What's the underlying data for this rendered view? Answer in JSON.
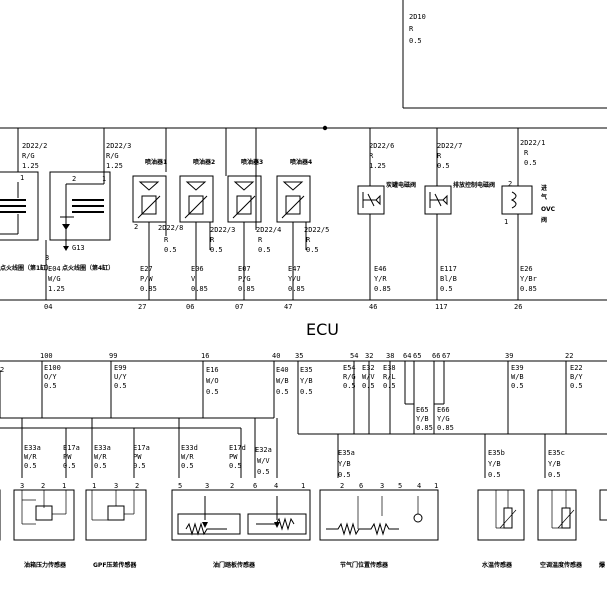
{
  "top_box": {
    "code": "2D10",
    "color": "R",
    "size": "0.5"
  },
  "top_section": {
    "left_conn_1": {
      "code": "2D22/2",
      "color": "R/G",
      "size": "1.25"
    },
    "left_conn_2": {
      "code": "2D22/3",
      "color": "R/G",
      "size": "1.25"
    },
    "coil_labels": [
      "点火线圈（第1缸）",
      "点火线圈（第4缸）"
    ],
    "ground": "G13",
    "injector_labels": [
      "喷油器1",
      "喷油器2",
      "喷油器3",
      "喷油器4"
    ],
    "injector_feeds": [
      {
        "code": "2D22/8",
        "color": "R",
        "size": "0.5"
      },
      {
        "code": "2D22/3",
        "color": "R",
        "size": "0.5"
      },
      {
        "code": "2D22/4",
        "color": "R",
        "size": "0.5"
      },
      {
        "code": "2D22/5",
        "color": "R",
        "size": "0.5"
      }
    ],
    "valve_feeds": [
      {
        "code": "2D22/6",
        "color": "R",
        "size": "1.25"
      },
      {
        "code": "2D22/7",
        "color": "R",
        "size": "0.5"
      },
      {
        "code": "2D22/1",
        "color": "R",
        "size": "0.5"
      }
    ],
    "valve_labels": [
      "炭罐电磁阀",
      "排放控制电磁阀"
    ],
    "ovc_label": [
      "进",
      "气",
      "OVC",
      "阀"
    ],
    "wires": [
      {
        "code": "E04",
        "color": "W/G",
        "size": "1.25",
        "pin": "04"
      },
      {
        "code": "E27",
        "color": "P/W",
        "size": "0.85",
        "pin": "27"
      },
      {
        "code": "E06",
        "color": "V",
        "size": "0.85",
        "pin": "06"
      },
      {
        "code": "E07",
        "color": "P/G",
        "size": "0.85",
        "pin": "07"
      },
      {
        "code": "E47",
        "color": "Y/U",
        "size": "0.85",
        "pin": "47"
      },
      {
        "code": "E46",
        "color": "Y/R",
        "size": "0.85",
        "pin": "46"
      },
      {
        "code": "E117",
        "color": "Bl/B",
        "size": "0.5",
        "pin": "117"
      },
      {
        "code": "E26",
        "color": "Y/Br",
        "size": "0.85",
        "pin": "26"
      }
    ]
  },
  "ecu_label": "ECU",
  "bottom_section": {
    "pins": [
      "100",
      "99",
      "16",
      "40",
      "35",
      "54",
      "32",
      "38",
      "64",
      "65",
      "66",
      "67",
      "39",
      "22"
    ],
    "wires": [
      {
        "code": "E100",
        "color": "O/Y",
        "size": "0.5"
      },
      {
        "code": "E99",
        "color": "U/Y",
        "size": "0.5"
      },
      {
        "code": "E16",
        "color": "W/O",
        "size": "0.5"
      },
      {
        "code": "E40",
        "color": "W/B",
        "size": "0.5"
      },
      {
        "code": "E35",
        "color": "Y/B",
        "size": "0.5"
      },
      {
        "code": "E54",
        "color": "R/G",
        "size": "0.5"
      },
      {
        "code": "E32",
        "color": "W/V",
        "size": "0.5"
      },
      {
        "code": "E38",
        "color": "R/L",
        "size": "0.5"
      },
      {
        "code": "E65",
        "color": "Y/B",
        "size": "0.85"
      },
      {
        "code": "E66",
        "color": "Y/G",
        "size": "0.85"
      },
      {
        "code": "E39",
        "color": "W/B",
        "size": "0.5"
      },
      {
        "code": "E22",
        "color": "B/Y",
        "size": "0.5"
      }
    ],
    "splices": [
      {
        "code": "E33a",
        "color": "W/R",
        "size": "0.5"
      },
      {
        "code": "E17a",
        "color": "PW",
        "size": "0.5"
      },
      {
        "code": "E33a",
        "color": "W/R",
        "size": "0.5"
      },
      {
        "code": "E17a",
        "color": "PW",
        "size": "0.5"
      },
      {
        "code": "E33d",
        "color": "W/R",
        "size": "0.5"
      },
      {
        "code": "E17d",
        "color": "PW",
        "size": "0.5"
      },
      {
        "code": "E32a",
        "color": "W/V",
        "size": "0.5"
      },
      {
        "code": "E35a",
        "color": "Y/B",
        "size": "0.5"
      },
      {
        "code": "E35b",
        "color": "Y/B",
        "size": "0.5"
      },
      {
        "code": "E35c",
        "color": "Y/B",
        "size": "0.5"
      }
    ],
    "sensor_labels": [
      "油箱压力传感器",
      "GPF压差传感器",
      "油门踏板传感器",
      "节气门位置传感器",
      "水温传感器",
      "空调温度传感器",
      "爆"
    ]
  }
}
